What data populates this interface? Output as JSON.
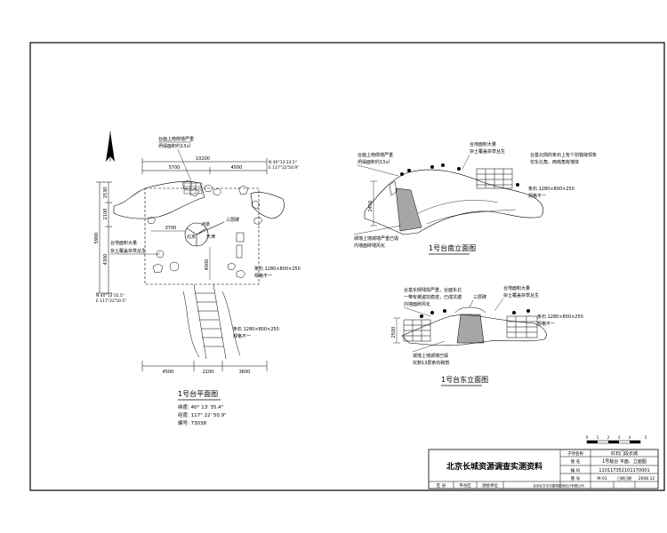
{
  "plan": {
    "north_label": "",
    "callout_top_1": "台面上南侧墙严重",
    "callout_top_2": "坍塌面积约13㎡",
    "dim_top_total": "10200",
    "dim_top_left": "5700",
    "dim_top_right": "4500",
    "coord_ne_1": "N 40°13'33.5\"",
    "coord_ne_2": "E 117°22'50.9\"",
    "dim_left_total": "5900",
    "dim_left_a": "1530",
    "dim_left_b": "2100",
    "dim_left_c": "4300",
    "dim_inner_w": "3700",
    "dim_inner_h": "4000",
    "lbl_river": "河道",
    "lbl_north": "北京",
    "lbl_tianjin": "天津",
    "lbl_san_ji": "三层碑",
    "callout_left_1": "台地面积大量",
    "callout_left_2": "杂土覆盖杂草丛生",
    "coord_sw_1": "N 40°13'35.5\"",
    "coord_sw_2": "E 117°22'50.5\"",
    "callout_right_1": "条石 1280×800×250",
    "callout_right_2": "规格不一",
    "callout_bottom_1": "条石 1280×800×250",
    "callout_bottom_2": "规格不一",
    "dim_bottom_a": "4500",
    "dim_bottom_b": "2100",
    "dim_bottom_c": "3600",
    "title": "1号台平面图",
    "info_lat": "纬度: 40° 13' 35.4\"",
    "info_lon": "经度: 117° 22' 50.9\"",
    "info_no": "编号: 73038"
  },
  "south_elev": {
    "callout_tl_1": "台面上南侧墙严重",
    "callout_tl_2": "坍塌面积约13㎡",
    "callout_tr_1": "台地面积大量",
    "callout_tr_2": "杂土覆盖杂草丛生",
    "callout_far_1": "台基北侧的条石上有个别错缝现象",
    "callout_far_2": "仅东北角、西南角有墙体",
    "callout_stone_1": "条石 1280×800×250",
    "callout_stone_2": "规格不一",
    "callout_bl_1": "城墙上墙城墙严重已毁",
    "callout_bl_2": "内墙面砖墙风化",
    "dim_h": "2450",
    "title": "1号台南立面图"
  },
  "east_elev": {
    "callout_tl_1": "台基东侧残损严重，台面东北",
    "callout_tl_2": "一带有被盗挖痕迹，已成坑塘",
    "callout_tl_3": "内墙面砖风化",
    "callout_mid": "三层碑",
    "callout_tr_1": "台地面积大量",
    "callout_tr_2": "杂土覆盖杂草丛生",
    "callout_stone_1": "条石 1280×800×250",
    "callout_stone_2": "规格不一",
    "callout_b_1": "城墙上墙城墙已毁",
    "callout_b_2": "仅剩13层条石砌筑",
    "dim_h": "2500",
    "title": "1号台东立面图"
  },
  "scale_bar": {
    "labels": [
      "0",
      "1",
      "2",
      "3",
      "4",
      "5"
    ],
    "unit": "5M"
  },
  "title_block": {
    "main_title": "北京长城资源调查实测资料",
    "r1_label": "子项名称",
    "r1_value": "红石门段长城",
    "r2_label": "图 名",
    "r2_value": "1号敌台 平面、立面图",
    "r3_label": "编 码",
    "r3_value": "110117352101170001",
    "r4_label": "图 号",
    "r4_value": "M-01",
    "r4_label2": "日期日期",
    "r4_value2": "2008.12",
    "b_label": "区 县",
    "b_value": "平谷区",
    "b_label2": "测绘单位",
    "b_value2": "北京北方华天建筑勘测设计有限公司"
  }
}
